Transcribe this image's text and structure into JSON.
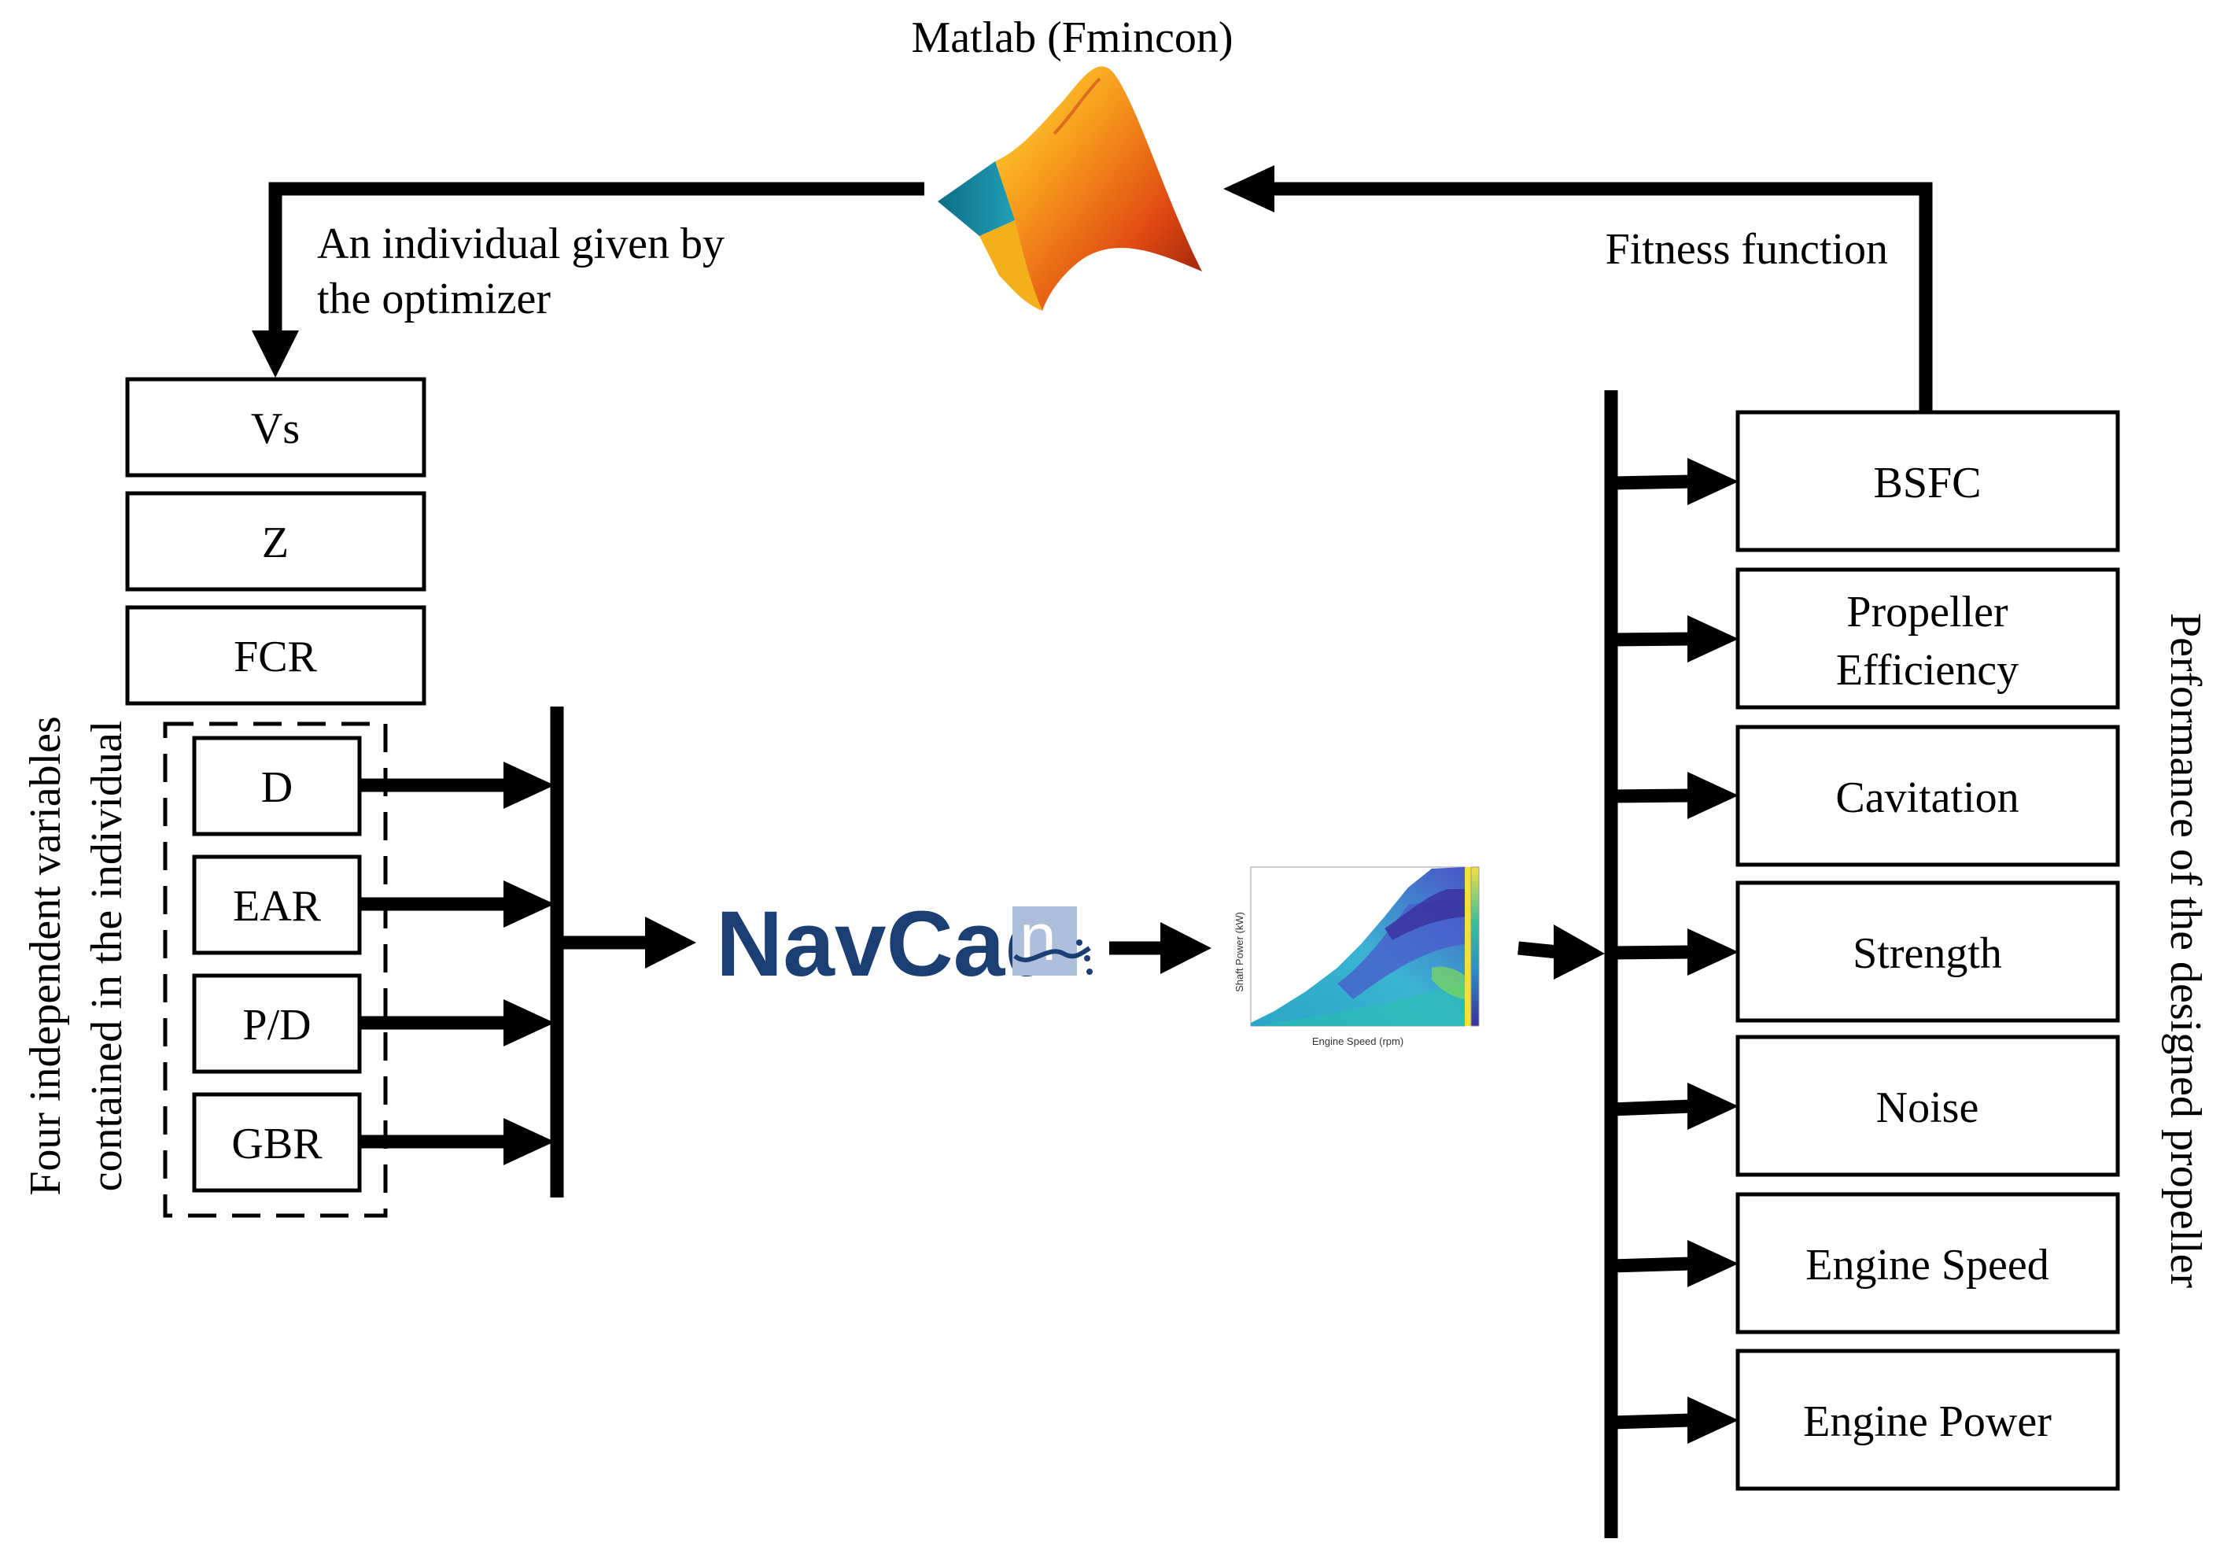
{
  "optimizer": {
    "title": "Matlab (Fmincon)",
    "icon": "matlab-membrane-logo"
  },
  "annotations": {
    "individual_line1": "An individual given by",
    "individual_line2": "the optimizer",
    "fitness": "Fitness function",
    "independent_line1": "Four independent variables",
    "independent_line2": "contained in the individual",
    "performance": "Performance of the designed propeller"
  },
  "inputs": {
    "fixed": [
      "Vs",
      "Z",
      "FCR"
    ],
    "independent": [
      "D",
      "EAR",
      "P/D",
      "GBR"
    ]
  },
  "solver": {
    "name": "NavCad",
    "mark": "n",
    "brand_color": "#1b3f73",
    "mark_color": "#7f9cc8"
  },
  "result_map": {
    "icon": "contour-map-thumbnail",
    "xlabel": "Engine Speed (rpm)",
    "ylabel": "Shaft Power (kW)"
  },
  "outputs": [
    "BSFC",
    "Propeller Efficiency",
    "Cavitation",
    "Strength",
    "Noise",
    "Engine Speed",
    "Engine Power"
  ],
  "colors": {
    "matlab_orange": "#e8511a",
    "matlab_blue": "#1fa3b8",
    "contour_low": "#3a2f9e",
    "contour_mid": "#2aa6c6",
    "contour_high": "#f3e13a"
  }
}
